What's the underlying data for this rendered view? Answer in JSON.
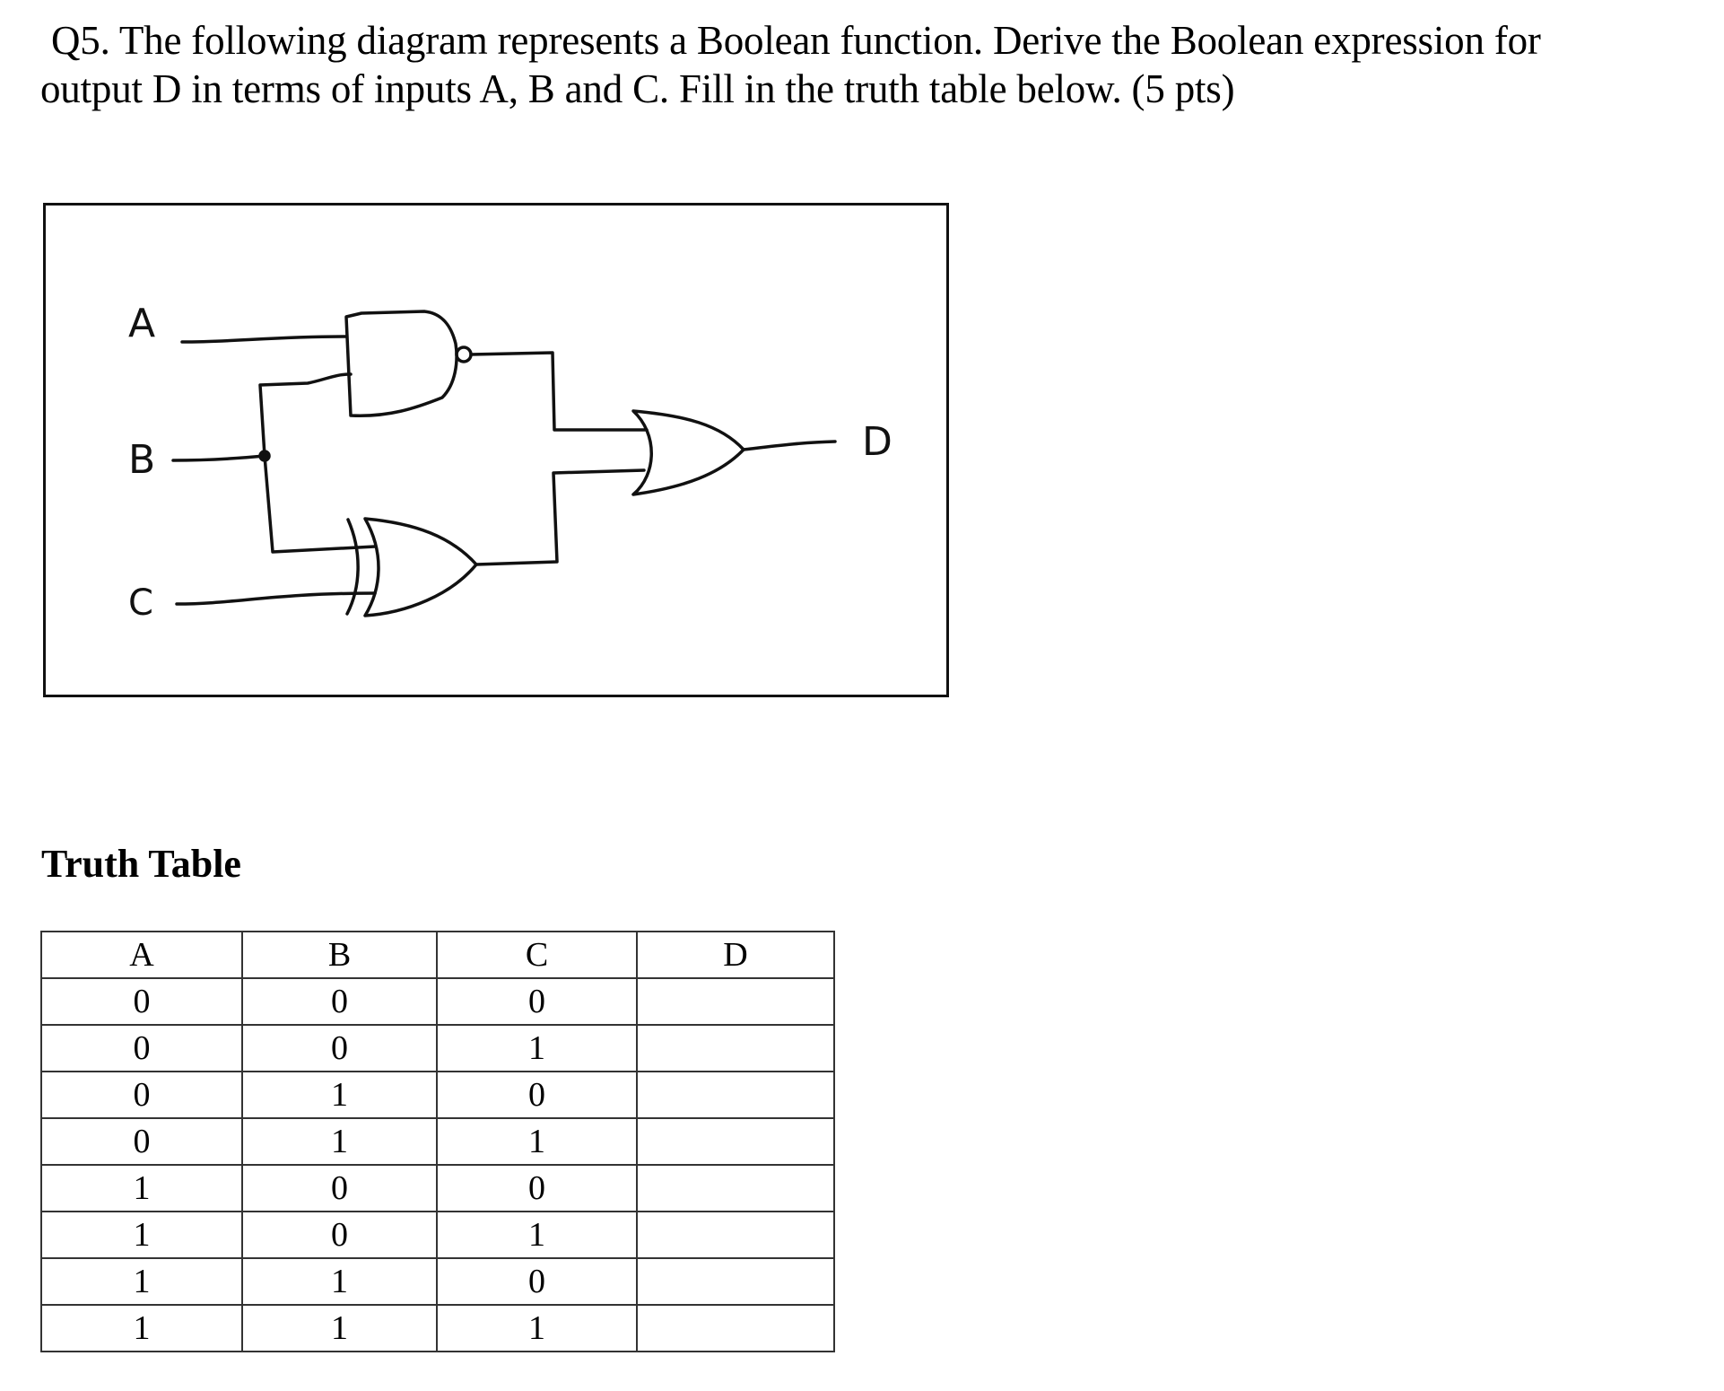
{
  "question": {
    "line1": "Q5. The following diagram represents a Boolean function. Derive the Boolean expression for",
    "line2": "output D in terms of inputs A, B and C. Fill in the truth table below. (5 pts)"
  },
  "diagram": {
    "inputs": [
      "A",
      "B",
      "C"
    ],
    "output": "D",
    "gates": [
      {
        "type": "NAND",
        "inputs": [
          "A",
          "B"
        ]
      },
      {
        "type": "XOR",
        "inputs": [
          "B",
          "C"
        ]
      },
      {
        "type": "OR",
        "inputs": [
          "NAND",
          "XOR"
        ],
        "output": "D"
      }
    ],
    "labels": {
      "a": "A",
      "b": "B",
      "c": "C",
      "d": "D"
    }
  },
  "truth_table": {
    "title": "Truth Table",
    "headers": [
      "A",
      "B",
      "C",
      "D"
    ],
    "rows": [
      [
        "0",
        "0",
        "0",
        ""
      ],
      [
        "0",
        "0",
        "1",
        ""
      ],
      [
        "0",
        "1",
        "0",
        ""
      ],
      [
        "0",
        "1",
        "1",
        ""
      ],
      [
        "1",
        "0",
        "0",
        ""
      ],
      [
        "1",
        "0",
        "1",
        ""
      ],
      [
        "1",
        "1",
        "0",
        ""
      ],
      [
        "1",
        "1",
        "1",
        ""
      ]
    ]
  }
}
